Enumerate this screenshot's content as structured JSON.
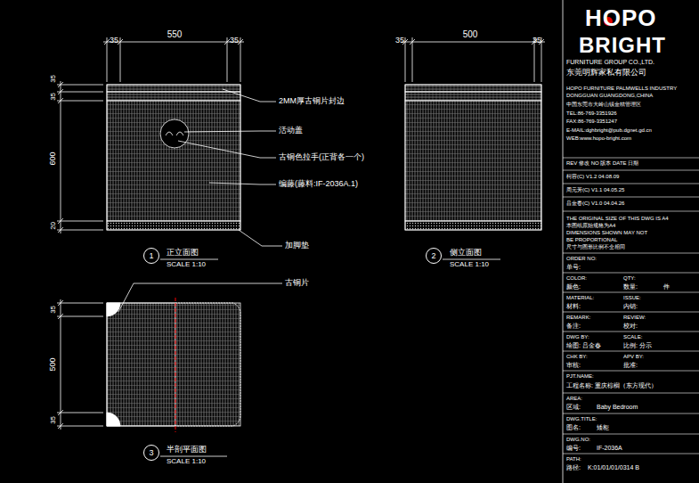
{
  "diagram": {
    "nodes": [
      {
        "text": [
          "1"
        ]
      },
      {
        "text": [
          "2"
        ]
      },
      {
        "text": [
          "3"
        ]
      }
    ],
    "labels": [
      "35",
      "550",
      "35",
      "35",
      "35",
      "600",
      "20",
      "2MM厚古铜片封边",
      "活动盖",
      "古铜色拉手(正背各一个)",
      "编藤(藤料:IF-2036A.1)",
      "加脚垫",
      "正立面图",
      "SCALE 1:10",
      "35",
      "500",
      "35",
      "侧立面图",
      "SCALE 1:10",
      "古铜片",
      "35",
      "500",
      "35",
      "半剖平面图",
      "SCALE 1:10",
      "HOPO",
      "BRIGHT",
      "FURNITURE GROUP CO.,LTD.",
      "东莞明辉家私有限公司",
      "HOPO FURNITURE PALMWELLS INDUSTRY",
      "DONGGUAN GUANGDONG,CHINA",
      "中国东莞市大岭山镇金桔管理区",
      "TEL:86-769-3351926",
      "FAX:86-769-3351247",
      "E-MAIL:dghbright@pub.dgnet.gd.cn",
      "WEB:www.hopo-bright.com",
      "REV 修改 NO 版本 DATE 日期",
      "柯容(C)  V1.2  04.08.09",
      "周元芳(C)  V1.1  04.05.25",
      "吕金春(C)  V1.0  04.04.26",
      "THE ORIGINAL SIZE OF THIS DWG IS A4",
      "本图纸原始规格为A4",
      "DIMENSIONS SHOWN MAY NOT",
      "BE PROPORTIONAL",
      "尺寸与图形比例不全相同",
      "ORDER NO:",
      "单号:",
      "COLOR:",
      "QTY:",
      "颜色:",
      "数量:",
      "件",
      "MATERIAL:",
      "ISSUE:",
      "材料:",
      "内销:",
      "REMARK:",
      "REVIEW:",
      "备注:",
      "校对:",
      "DWG BY:",
      "SCALE:",
      "绘图: 吕金春",
      "比例: 分示",
      "CHK BY:",
      "APV BY:",
      "审核:",
      "批准:",
      "PJT.NAME:",
      "工程名称: 重庆棕榈（东方现代）",
      "AREA:",
      "区域:",
      "Baby Bedroom",
      "DWG.TITLE:",
      "图名:",
      "矮柜",
      "DWG.NO:",
      "编号:",
      "IF-2036A",
      "PATH:",
      "路径:",
      "K:01/01/01/0314 B"
    ]
  }
}
